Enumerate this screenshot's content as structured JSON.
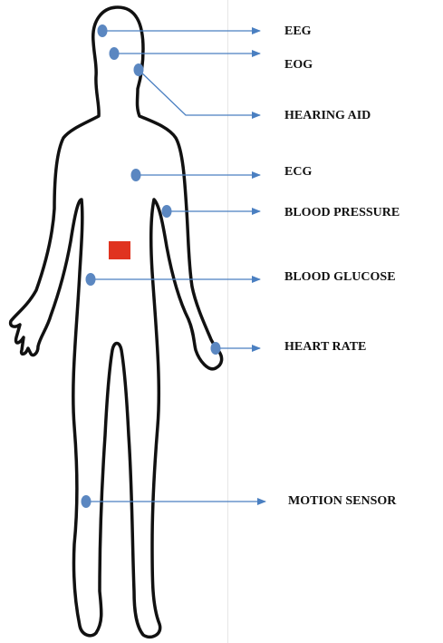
{
  "colors": {
    "body_outline": "#111111",
    "sensor_dot": "#5b87c1",
    "arrow": "#4a7fc1",
    "central_unit": "#e0331f"
  },
  "sensors": [
    {
      "id": "eeg",
      "label": "EEG"
    },
    {
      "id": "eog",
      "label": "EOG"
    },
    {
      "id": "hearing-aid",
      "label": "HEARING AID"
    },
    {
      "id": "ecg",
      "label": "ECG"
    },
    {
      "id": "blood-pressure",
      "label": "BLOOD PRESSURE"
    },
    {
      "id": "blood-glucose",
      "label": "BLOOD GLUCOSE"
    },
    {
      "id": "heart-rate",
      "label": "HEART RATE"
    },
    {
      "id": "motion-sensor",
      "label": "MOTION SENSOR"
    }
  ]
}
